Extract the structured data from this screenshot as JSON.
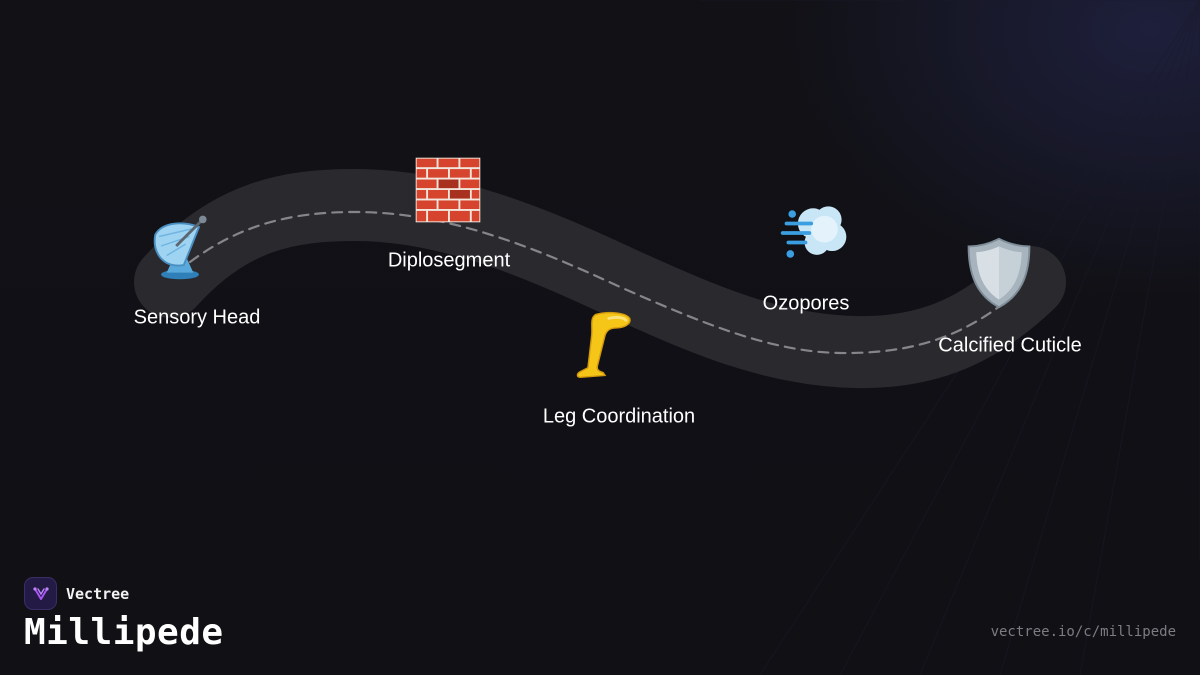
{
  "diagram": {
    "nodes": [
      {
        "label": "Sensory Head",
        "icon": "satellite-dish-icon"
      },
      {
        "label": "Diplosegment",
        "icon": "brick-wall-icon"
      },
      {
        "label": "Leg Coordination",
        "icon": "leg-icon"
      },
      {
        "label": "Ozopores",
        "icon": "dash-puff-icon"
      },
      {
        "label": "Calcified Cuticle",
        "icon": "shield-icon"
      }
    ],
    "colors": {
      "path_band": "#2a2a2e",
      "path_dash": "#85858a",
      "background": "#111116",
      "label": "#ffffff"
    }
  },
  "footer": {
    "brand": "Vectree",
    "title": "Millipede",
    "url": "vectree.io/c/millipede"
  }
}
